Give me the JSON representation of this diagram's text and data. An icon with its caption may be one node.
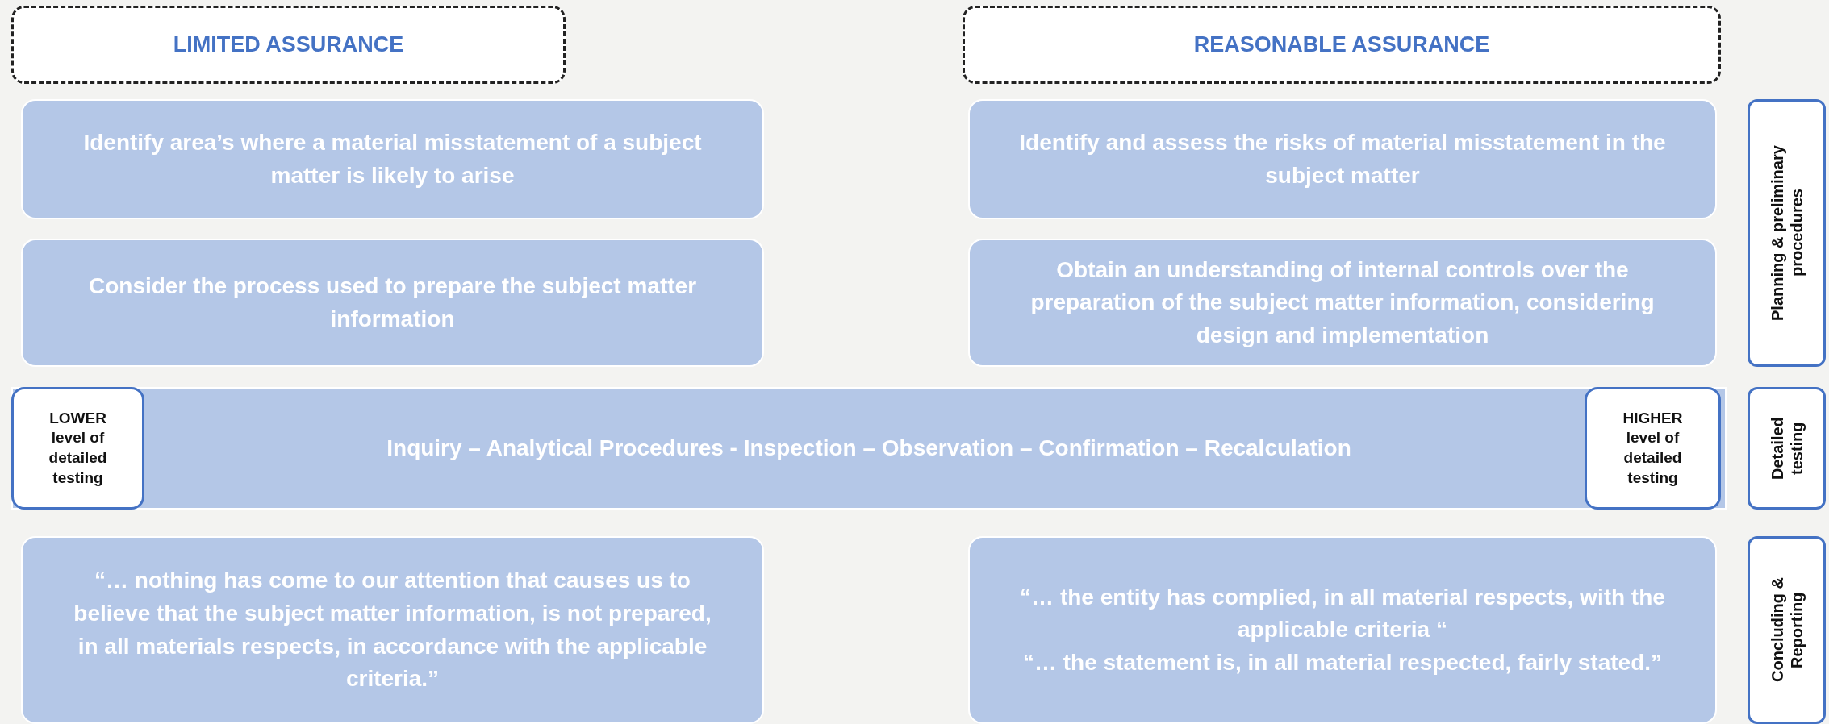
{
  "diagram": {
    "nodes": [
      {
        "text": [
          "LIMITED ASSURANCE"
        ]
      },
      {
        "text": [
          "REASONABLE ASSURANCE"
        ]
      },
      {
        "text": [
          "Identify area’s where a material misstatement of a subject matter is likely to arise"
        ]
      },
      {
        "text": [
          "Identify and assess the risks of material misstatement in the subject matter"
        ]
      },
      {
        "text": [
          "Planning & preliminary procedures"
        ]
      },
      {
        "text": [
          "Consider the process used to prepare the subject matter information"
        ]
      },
      {
        "text": [
          "Obtain an understanding of internal controls over the preparation of the subject matter information, considering design and implementation"
        ]
      },
      {
        "text": [
          "Inquiry – Analytical Procedures - Inspection – Observation – Confirmation – Recalculation"
        ]
      },
      {
        "text": [
          "LOWER level of detailed testing"
        ],
        "in": 7
      },
      {
        "text": [
          "HIGHER level of detailed testing"
        ],
        "in": 7
      },
      {
        "text": [
          "Detailed testing"
        ]
      },
      {
        "text": [
          "“… nothing has come to our attention that causes us to believe that the subject matter information, is not prepared, in all materials respects, in accordance with the applicable criteria.”"
        ]
      },
      {
        "text": [
          "“… the entity has complied, in all material respects, with the applicable criteria “",
          "“… the statement is, in all material respected, fairly stated.”"
        ]
      },
      {
        "text": [
          "Concluding & Reporting"
        ]
      }
    ]
  }
}
